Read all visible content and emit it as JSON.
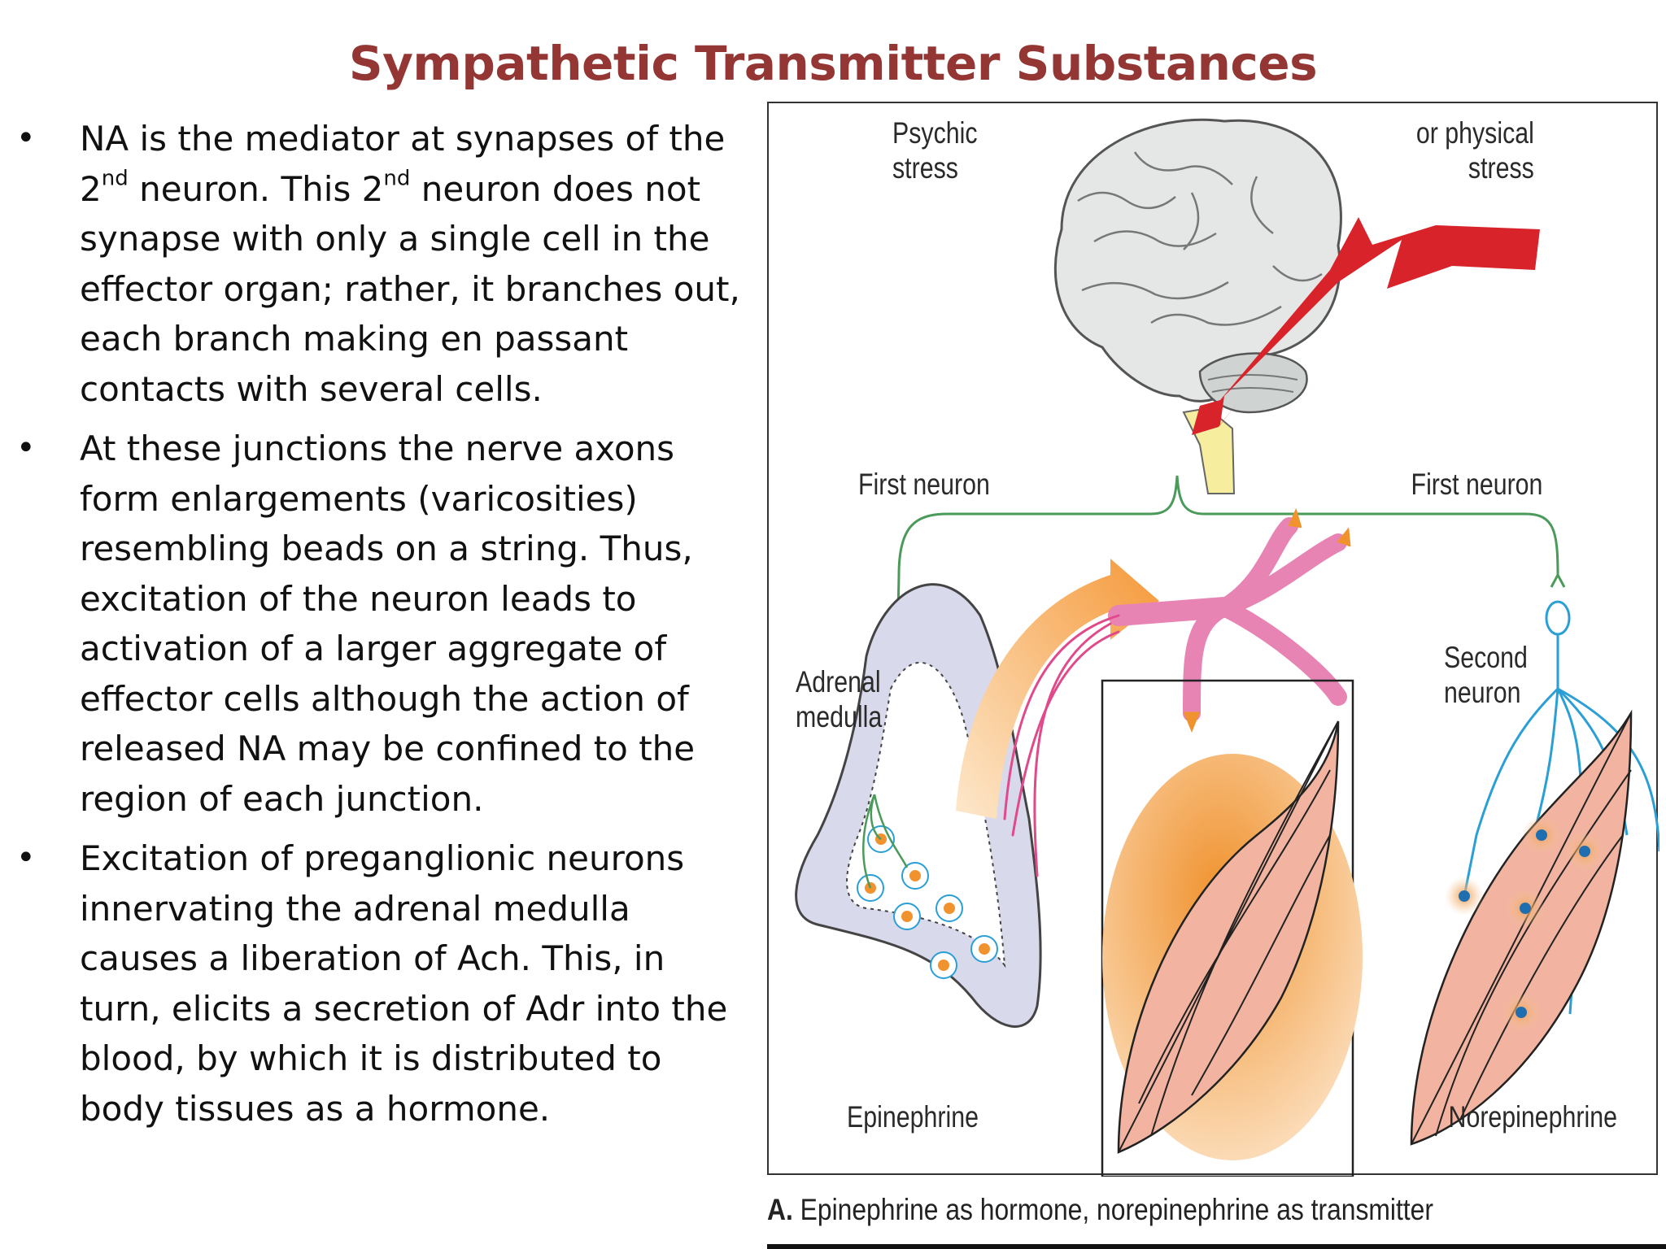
{
  "slide": {
    "title": "Sympathetic Transmitter Substances"
  },
  "bullets": {
    "b1_part1": "NA is the mediator at synapses of the 2",
    "b1_sup1": "nd",
    "b1_part2": "  neuron. This 2",
    "b1_sup2": "nd",
    "b1_part3": "  neuron does not synapse with only a single cell in the effector organ; rather, it branches out, each branch making en passant contacts with several cells.",
    "b2": "At these junctions the nerve axons form enlargements (varicosities) resembling beads on a string. Thus, excitation of the neuron leads to activation of a larger aggregate of effector cells although the action of released NA may be confined to the region of each junction.",
    "b3": "Excitation of preganglionic neurons innervating the adrenal medulla causes a liberation of Ach. This, in turn, elicits a secretion of  Adr into the blood, by which it is distributed to body tissues as a hormone.",
    "marker": "•"
  },
  "figure": {
    "psychic_line1": "Psychic",
    "psychic_line2": "stress",
    "physical_line1": "or physical",
    "physical_line2": "stress",
    "first_neuron_left": "First neuron",
    "first_neuron_right": "First neuron",
    "adrenal_line1": "Adrenal",
    "adrenal_line2": "medulla",
    "second_line1": "Second",
    "second_line2": "neuron",
    "epinephrine": "Epinephrine",
    "norepinephrine": "Norepinephrine",
    "caption_letter": "A.",
    "caption_text": " Epinephrine as hormone, norepinephrine as transmitter",
    "colors": {
      "brain": "#e4e7e6",
      "arrow": "#d8232a",
      "first_neuron": "#4a9a5a",
      "second_neuron": "#2a9fd6",
      "vessel": "#e884b4",
      "hormone_flow": "#f2a54e",
      "adrenal": "#d9d9ec",
      "muscle": "#f2b4a0"
    }
  }
}
